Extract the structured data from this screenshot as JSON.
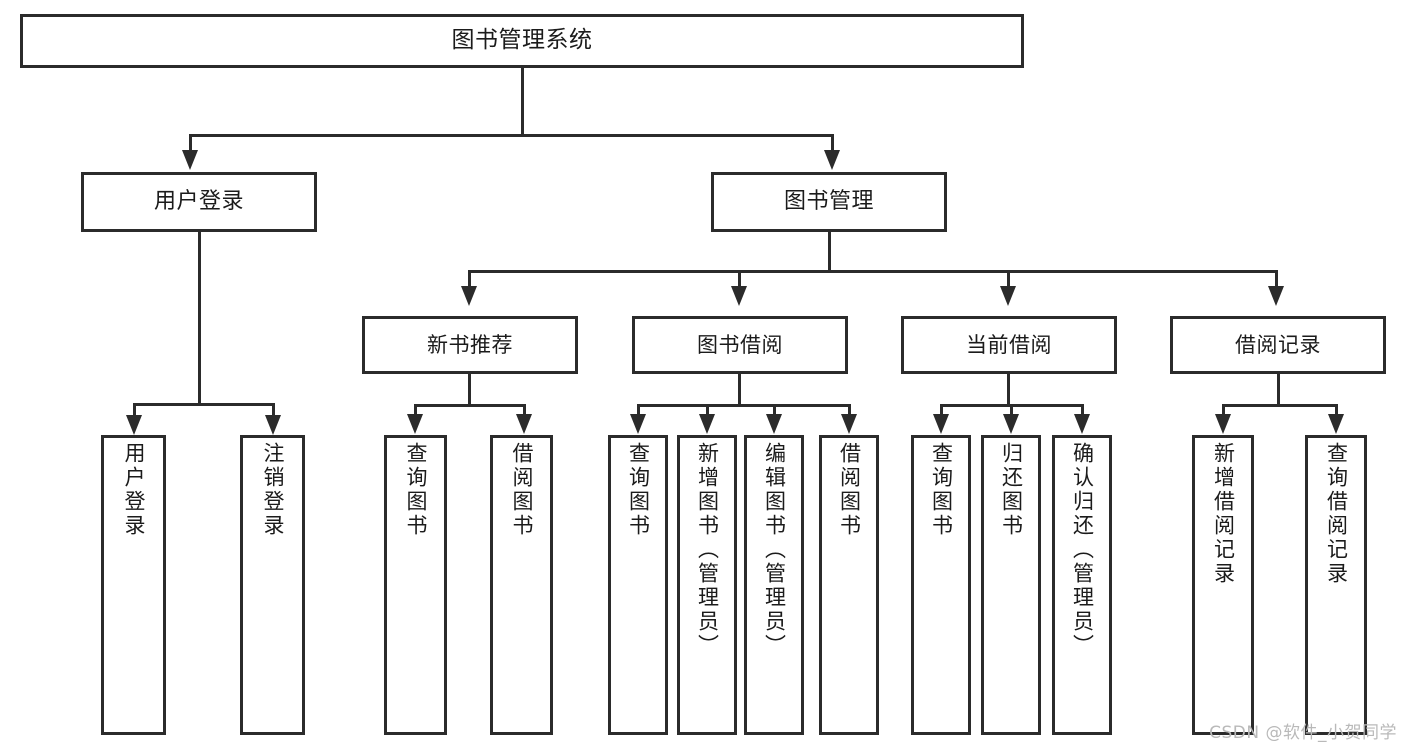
{
  "diagram": {
    "title": "图书管理系统",
    "type": "tree-hierarchy-diagram",
    "root": {
      "label": "图书管理系统"
    },
    "level1": [
      {
        "label": "用户登录"
      },
      {
        "label": "图书管理"
      }
    ],
    "level2": [
      {
        "label": "新书推荐"
      },
      {
        "label": "图书借阅"
      },
      {
        "label": "当前借阅"
      },
      {
        "label": "借阅记录"
      }
    ],
    "leaves": {
      "user_login": [
        {
          "label": "用户登录"
        },
        {
          "label": "注销登录"
        }
      ],
      "new_book_recommend": [
        {
          "label": "查询图书"
        },
        {
          "label": "借阅图书"
        }
      ],
      "book_borrow": [
        {
          "label": "查询图书"
        },
        {
          "label": "新增图书（管理员）"
        },
        {
          "label": "编辑图书（管理员）"
        },
        {
          "label": "借阅图书"
        }
      ],
      "current_borrow": [
        {
          "label": "查询图书"
        },
        {
          "label": "归还图书"
        },
        {
          "label": "确认归还（管理员）"
        }
      ],
      "borrow_record": [
        {
          "label": "新增借阅记录"
        },
        {
          "label": "查询借阅记录"
        }
      ]
    }
  },
  "watermark": {
    "text": "CSDN @软件_小贺同学"
  },
  "colors": {
    "stroke": "#2b2b2b",
    "fill": "#ffffff",
    "text": "#1b1b1b",
    "watermark": "#b9b9b9"
  }
}
